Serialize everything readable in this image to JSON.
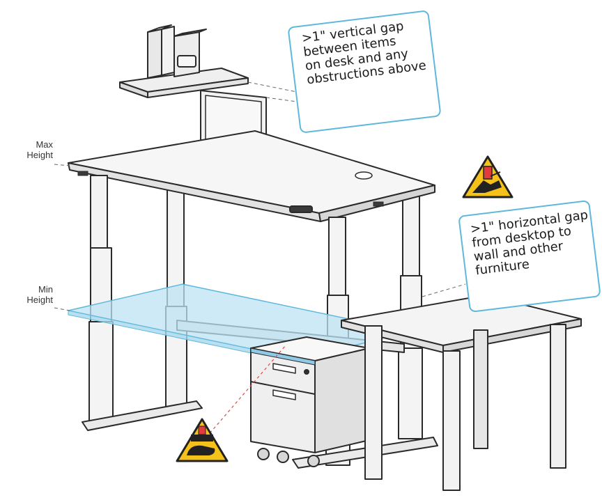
{
  "labels": {
    "max_height": "Max\nHeight",
    "min_height": "Min\nHeight"
  },
  "callouts": {
    "vertical_gap": ">1\" vertical gap\nbetween items\non desk and any\nobstructions above",
    "horizontal_gap": ">1\" horizontal gap\nfrom desktop to\nwall and other\nfurniture"
  },
  "colors": {
    "callout_border": "#5fb8dc",
    "min_height_plane": "#bfe3f4",
    "warning_yellow": "#f4c21b",
    "warning_red": "#e23b3b",
    "leader_red": "#d94b4b",
    "outline": "#2a2a2a",
    "desk_frame": "#f2f2f2"
  },
  "icons": [
    "pinch-warning-icon",
    "crush-warning-icon"
  ]
}
